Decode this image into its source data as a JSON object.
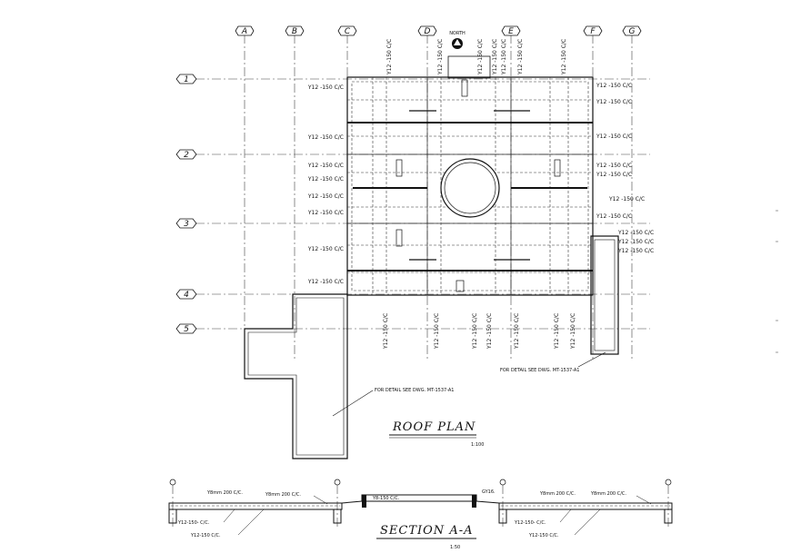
{
  "grid": {
    "columns": [
      "A",
      "B",
      "C",
      "D",
      "E",
      "F",
      "G"
    ],
    "rows": [
      "1",
      "2",
      "3",
      "4",
      "5"
    ]
  },
  "north_label": "NORTH",
  "rebar_left": [
    "Y12 -150 C/C",
    "Y12 -150 C/C",
    "Y12 -150 C/C",
    "Y12 -150 C/C",
    "Y12 -150 C/C",
    "Y12 -150 C/C",
    "Y12 -150 C/C",
    "Y12 -150 C/C"
  ],
  "rebar_right": [
    "Y12 -150 C/C",
    "Y12 -150 C/C",
    "Y12 -150 C/C",
    "Y12 -150 C/C",
    "Y12 -150 C/C",
    "Y12 -150 C/C",
    "Y12 -150 C/C",
    "Y12 -150 C/C",
    "Y12 -150 C/C",
    "Y12 -150 C/C"
  ],
  "rebar_top": [
    "Y12 -150 C/C",
    "Y12 -150 C/C",
    "Y12 -150 C/C",
    "Y12 -150 C/C",
    "Y12 -150 C/C",
    "Y12 -150 C/C",
    "Y12 -150 C/C"
  ],
  "rebar_bottom": [
    "Y12 -150 C/C",
    "Y12 -150 C/C",
    "Y12 -150 C/C",
    "Y12 -150 C/C",
    "Y12 -150 C/C",
    "Y12 -150 C/C",
    "Y12 -150 C/C"
  ],
  "note_left": "FOR DETAIL SEE DWG. MT-1537-A1",
  "note_right": "FOR DETAIL SEE DWG. MT-1537-A1",
  "roof_plan_title": "ROOF PLAN",
  "roof_plan_scale": "1:100",
  "section": {
    "title": "SECTION A-A",
    "scale": "1:50",
    "labels_top": [
      "Y8mm 200 C/C.",
      "Y8mm 200 C/C.",
      "Y8-150 C/C.",
      "GY16.",
      "Y8mm 200 C/C.",
      "Y8mm 200 C/C."
    ],
    "labels_bottom": [
      "Y12-150- C/C.",
      "Y12-150 C/C.",
      "Y12-150- C/C.",
      "Y12-150 C/C."
    ]
  }
}
